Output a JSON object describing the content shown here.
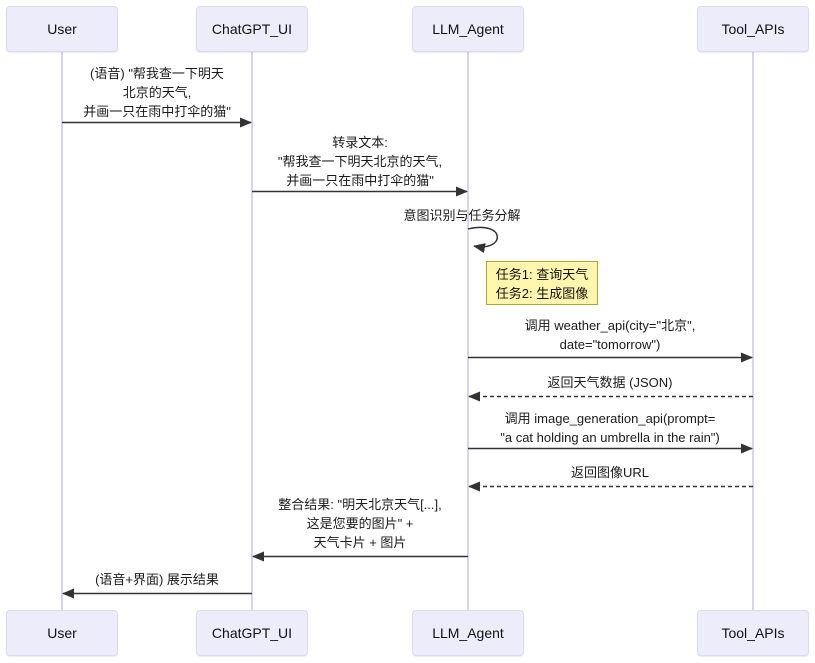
{
  "colors": {
    "actor_fill": "#ececfb",
    "actor_border": "#dcdaf0",
    "lifeline": "#c9c5ec",
    "arrow": "#333333",
    "note_fill": "#fff5ad",
    "note_border": "#aaaa33",
    "text": "#1a1a1a"
  },
  "actors": [
    {
      "label": "User"
    },
    {
      "label": "ChatGPT_UI"
    },
    {
      "label": "LLM_Agent"
    },
    {
      "label": "Tool_APIs"
    }
  ],
  "messages": [
    {
      "from": "User",
      "to": "ChatGPT_UI",
      "arrow": "solid",
      "lines": [
        "(语音) \"帮我查一下明天",
        "北京的天气,",
        "并画一只在雨中打伞的猫\""
      ]
    },
    {
      "from": "ChatGPT_UI",
      "to": "LLM_Agent",
      "arrow": "solid",
      "lines": [
        "转录文本:",
        "\"帮我查一下明天北京的天气,",
        "并画一只在雨中打伞的猫\""
      ]
    },
    {
      "from": "LLM_Agent",
      "to": "LLM_Agent",
      "arrow": "self",
      "lines": [
        "意图识别与任务分解"
      ]
    },
    {
      "from": "LLM_Agent",
      "to": "Tool_APIs",
      "arrow": "solid",
      "lines": [
        "调用 weather_api(city=\"北京\",",
        "date=\"tomorrow\")"
      ]
    },
    {
      "from": "Tool_APIs",
      "to": "LLM_Agent",
      "arrow": "dashed",
      "lines": [
        "返回天气数据 (JSON)"
      ]
    },
    {
      "from": "LLM_Agent",
      "to": "Tool_APIs",
      "arrow": "solid",
      "lines": [
        "调用 image_generation_api(prompt=",
        "\"a cat holding an umbrella in the rain\")"
      ]
    },
    {
      "from": "Tool_APIs",
      "to": "LLM_Agent",
      "arrow": "dashed",
      "lines": [
        "返回图像URL"
      ]
    },
    {
      "from": "LLM_Agent",
      "to": "ChatGPT_UI",
      "arrow": "solid",
      "lines": [
        "整合结果: \"明天北京天气[...],",
        "这是您要的图片\" +",
        "天气卡片 + 图片"
      ]
    },
    {
      "from": "ChatGPT_UI",
      "to": "User",
      "arrow": "solid",
      "lines": [
        "(语音+界面) 展示结果"
      ]
    }
  ],
  "note": {
    "lines": [
      "任务1: 查询天气",
      "任务2: 生成图像"
    ]
  }
}
